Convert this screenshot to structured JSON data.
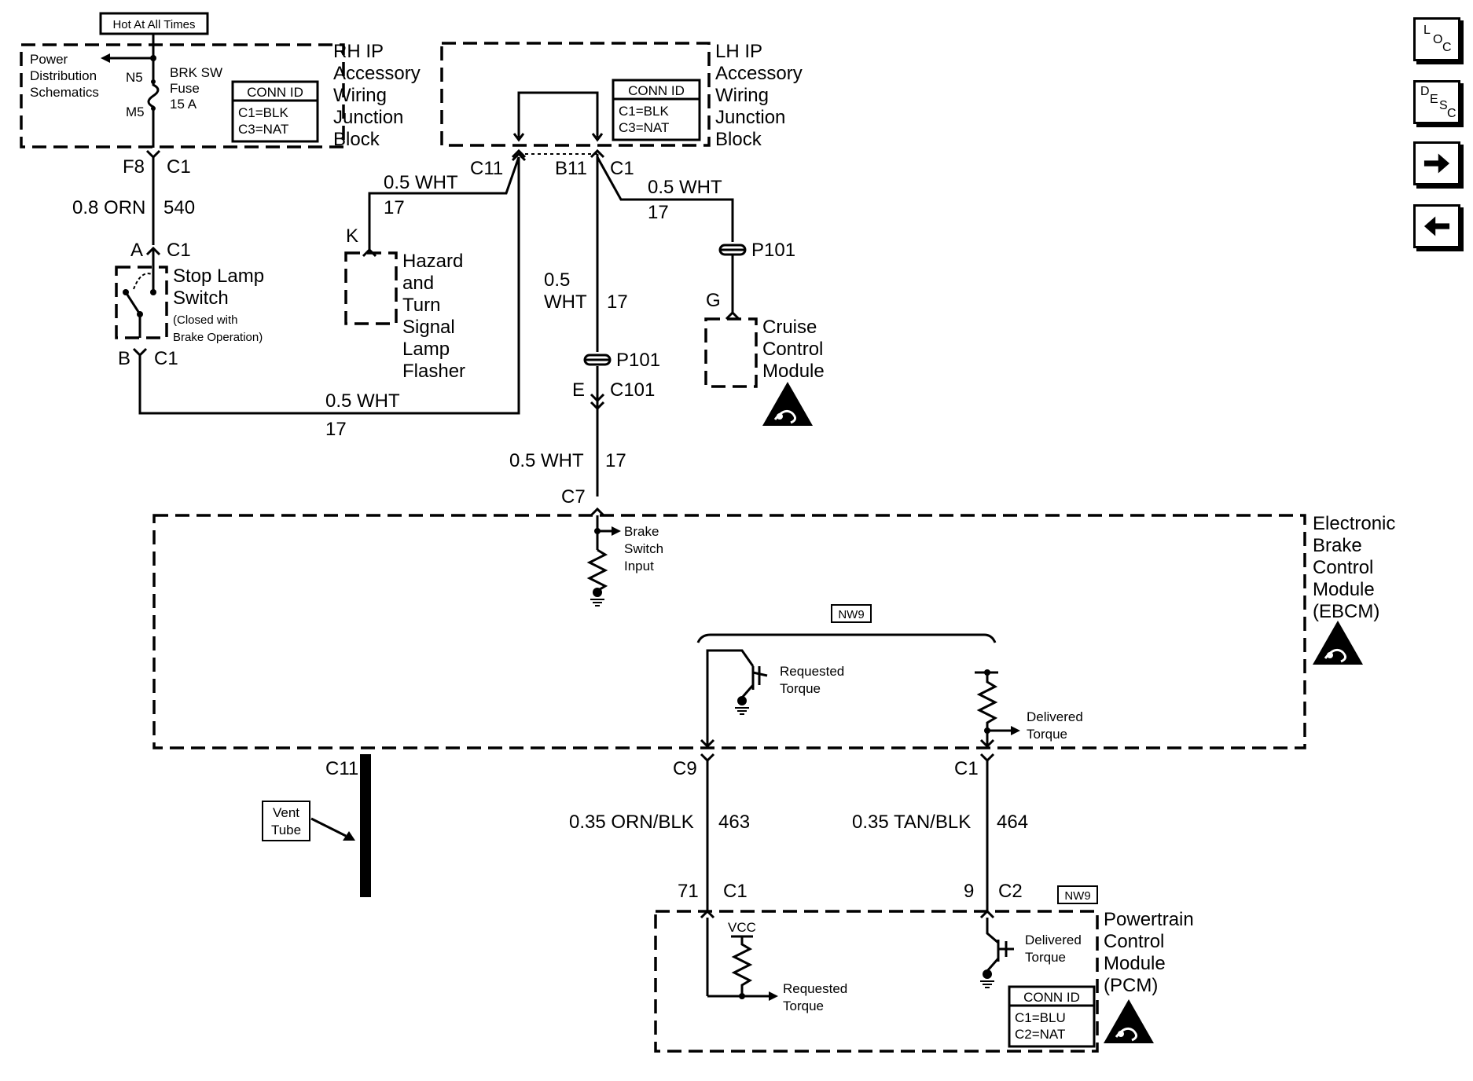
{
  "nav": {
    "loc_parts": [
      "L",
      "O",
      "C"
    ],
    "desc_parts": [
      "D",
      "E",
      "S",
      "C"
    ],
    "next_icon": "arrow-right-icon",
    "prev_icon": "arrow-left-icon"
  },
  "top": {
    "hot_label": "Hot At All Times",
    "power_dist": [
      "Power",
      "Distribution",
      "Schematics"
    ],
    "fuse_n5": "N5",
    "fuse_m5": "M5",
    "fuse_name": [
      "BRK SW",
      "Fuse",
      "15 A"
    ],
    "rh_block_title": [
      "RH IP",
      "Accessory",
      "Wiring",
      "Junction",
      "Block"
    ],
    "lh_block_title": [
      "LH IP",
      "Accessory",
      "Wiring",
      "Junction",
      "Block"
    ],
    "conn_id_header": "CONN ID",
    "rh_conn": [
      "C1=BLK",
      "C3=NAT"
    ],
    "lh_conn": [
      "C1=BLK",
      "C3=NAT"
    ]
  },
  "wires": {
    "f8": "F8",
    "c1": "C1",
    "orn_wire": "0.8 ORN",
    "circuit_540": "540",
    "pin_a": "A",
    "pin_b": "B",
    "c11": "C11",
    "b11": "B11",
    "wht": "0.5 WHT",
    "wht_a": "0.5",
    "wht_b": "WHT",
    "circuit_17": "17",
    "pin_k": "K",
    "pin_g": "G",
    "pin_e": "E",
    "p101": "P101",
    "c101": "C101",
    "c7": "C7",
    "c9": "C9",
    "orn_blk": "0.35 ORN/BLK",
    "circuit_463": "463",
    "tan_blk": "0.35 TAN/BLK",
    "circuit_464": "464",
    "pin_71": "71",
    "pin_9": "9",
    "c2": "C2"
  },
  "components": {
    "stop_lamp": [
      "Stop Lamp",
      "Switch"
    ],
    "stop_lamp_note": [
      "(Closed with",
      "Brake Operation)"
    ],
    "hazard": [
      "Hazard",
      "and",
      "Turn",
      "Signal",
      "Lamp",
      "Flasher"
    ],
    "cruise": [
      "Cruise",
      "Control",
      "Module"
    ],
    "ebcm": [
      "Electronic",
      "Brake",
      "Control",
      "Module",
      "(EBCM)"
    ],
    "brake_input": [
      "Brake",
      "Switch",
      "Input"
    ],
    "nw9": "NW9",
    "requested_torque": [
      "Requested",
      "Torque"
    ],
    "delivered_torque": [
      "Delivered",
      "Torque"
    ],
    "vent_tube": [
      "Vent",
      "Tube"
    ],
    "pcm": [
      "Powertrain",
      "Control",
      "Module",
      "(PCM)"
    ],
    "vcc": "VCC",
    "pcm_conn": [
      "C1=BLU",
      "C2=NAT"
    ],
    "esd_icon": "esd-sensitive-icon",
    "ground_icon": "ground-icon"
  }
}
